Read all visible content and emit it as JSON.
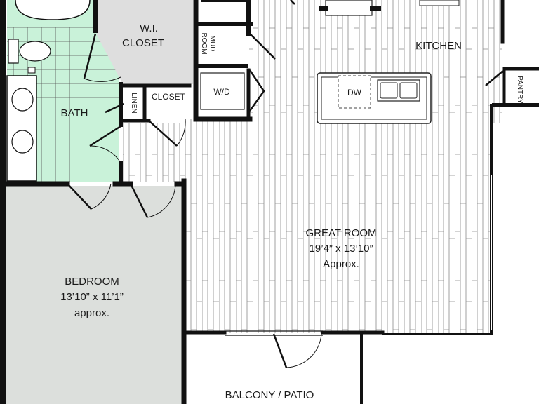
{
  "rooms": {
    "wi_closet": {
      "line1": "W.I.",
      "line2": "CLOSET"
    },
    "mud_room": {
      "line1": "MUD",
      "line2": "ROOM"
    },
    "kitchen": {
      "name": "KITCHEN"
    },
    "pantry": {
      "name": "PANTRY"
    },
    "bath": {
      "name": "BATH"
    },
    "linen": {
      "name": "LINEN"
    },
    "closet": {
      "name": "CLOSET"
    },
    "laundry": {
      "name": "W/D"
    },
    "dishwasher": {
      "name": "DW"
    },
    "great_room": {
      "name": "GREAT ROOM",
      "dims": "19’4” x 13’10”",
      "note": "Approx."
    },
    "bedroom": {
      "name": "BEDROOM",
      "dims": "13’10” x 11’1”",
      "note": "approx."
    },
    "balcony": {
      "name": "BALCONY / PATIO"
    }
  },
  "colors": {
    "wall": "#111111",
    "bath_tile": "#c9f2d9",
    "bedroom_carpet": "#dcdfdc",
    "closet_floor": "#dedede",
    "floor_plank": "#8a8a8a"
  }
}
